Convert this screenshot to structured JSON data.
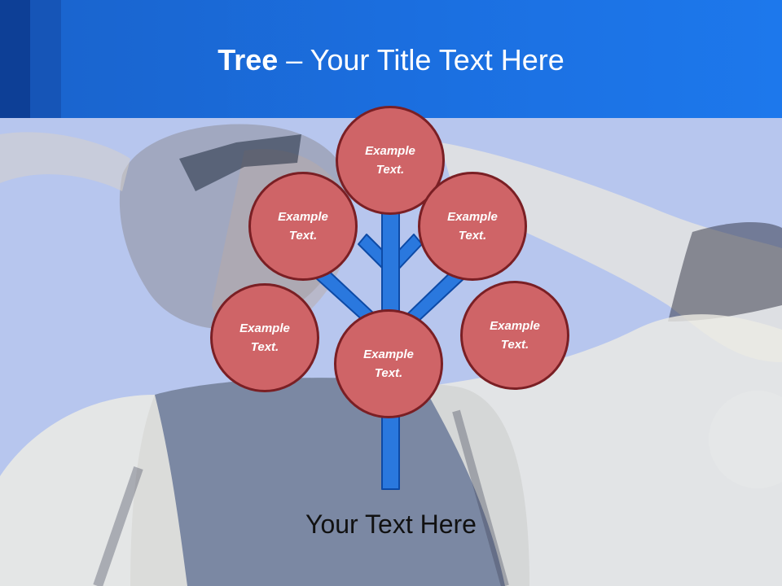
{
  "slide": {
    "title_bold": "Tree",
    "title_dash": " – ",
    "title_rest": "Your Title Text Here",
    "caption": "Your Text Here"
  },
  "nodes": [
    {
      "id": "top",
      "label": "Example Text."
    },
    {
      "id": "upper-left",
      "label": "Example Text."
    },
    {
      "id": "upper-right",
      "label": "Example Text."
    },
    {
      "id": "mid-left",
      "label": "Example Text."
    },
    {
      "id": "center",
      "label": "Example Text."
    },
    {
      "id": "mid-right",
      "label": "Example Text."
    }
  ],
  "colors": {
    "header": "#1b6fe0",
    "node_fill": "#cf6467",
    "node_border": "#7a1f24",
    "trunk": "#2a78de",
    "trunk_border": "#0d4aa6",
    "background": "#b9c8ef"
  }
}
